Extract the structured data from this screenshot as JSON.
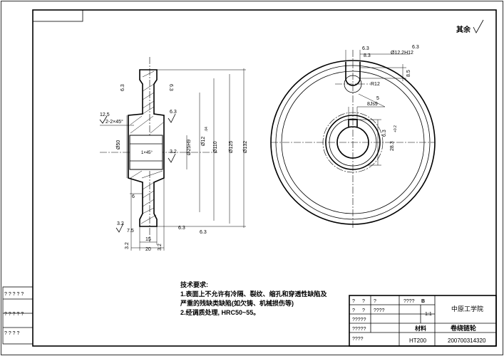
{
  "surface_roughness_rest": "其余",
  "side_view": {
    "roughness": [
      "6.3",
      "6.3",
      "6.3",
      "3.2",
      "6.3",
      "6.3",
      "3.2",
      "3.2",
      "3.2"
    ],
    "chamfer_roughness": "12.5",
    "chamfer": "2-2×45°",
    "dims": {
      "d50": "Ø50",
      "d25h9": "Ø25H9",
      "d12": "Ø12",
      "d12_tol": ".04",
      "d110": "Ø110",
      "d125": "Ø125",
      "d132": "Ø132",
      "c1": "1×45°",
      "w6": "6",
      "w75": "7.5",
      "w15": "15",
      "w20": "20"
    }
  },
  "front_view": {
    "roughness_a": "6.3",
    "roughness_b": "6.3",
    "roughness_c": "6.3",
    "slot_width": "8.3",
    "hole": "Ø12.2H12",
    "depth": "8.5",
    "radius": "R12",
    "angle": "5",
    "key_width": "8Js9",
    "keyway_depth": "28.3",
    "keyway_tol": "+0.2"
  },
  "tech_requirements": {
    "title": "技术要求:",
    "items": [
      "1.表面上不允许有冷隔、裂纹、缩孔和穿透性缺陷及",
      "严重的残缺类缺陷(如欠铸、机械损伤等)",
      "2.经调质处理, HRC50~55。"
    ]
  },
  "title_block": {
    "school": "中原工学院",
    "part_name": "卷绕链轮",
    "material_label": "材料",
    "material": "HT200",
    "drawing_no": "200700314320",
    "scale": "1:1",
    "sheet_mark": "B",
    "placeholders": [
      "?",
      "?",
      "?",
      "????",
      "?",
      "?",
      "????",
      "?????",
      "?????",
      "????",
      "?",
      "?",
      "?",
      "?",
      "?",
      "?",
      "?"
    ]
  },
  "left_strip": [
    "? ? ? ? ?",
    "? ? ? ? ?",
    "? ? ? ?"
  ]
}
